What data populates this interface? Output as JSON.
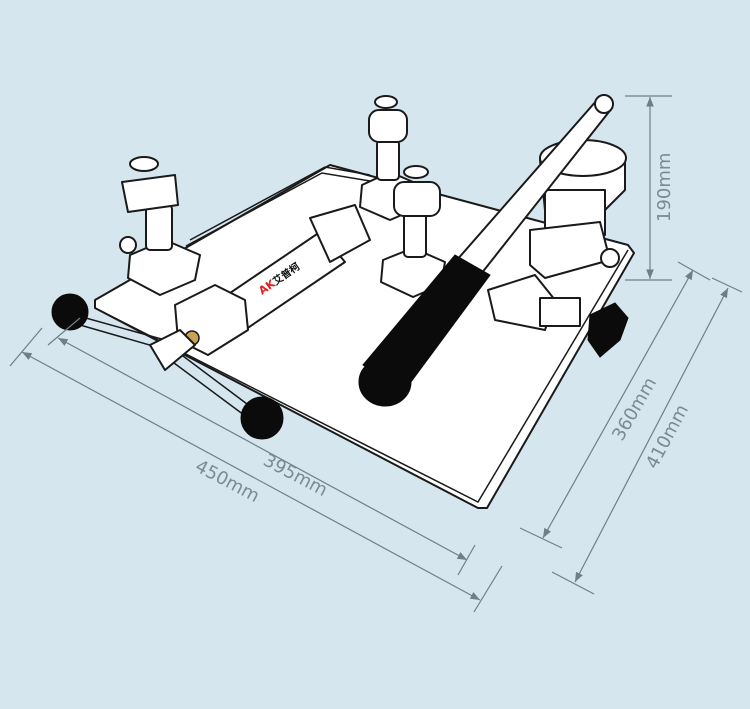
{
  "dimensions": {
    "height": "190mm",
    "depth_inner": "360mm",
    "depth_outer": "410mm",
    "width_inner": "395mm",
    "width_outer": "450mm"
  },
  "logo": {
    "text": "AK 艾普柯"
  },
  "colors": {
    "background": "#d6e6ef",
    "dimension": "#6f7f88",
    "logo_red": "#e02020"
  }
}
